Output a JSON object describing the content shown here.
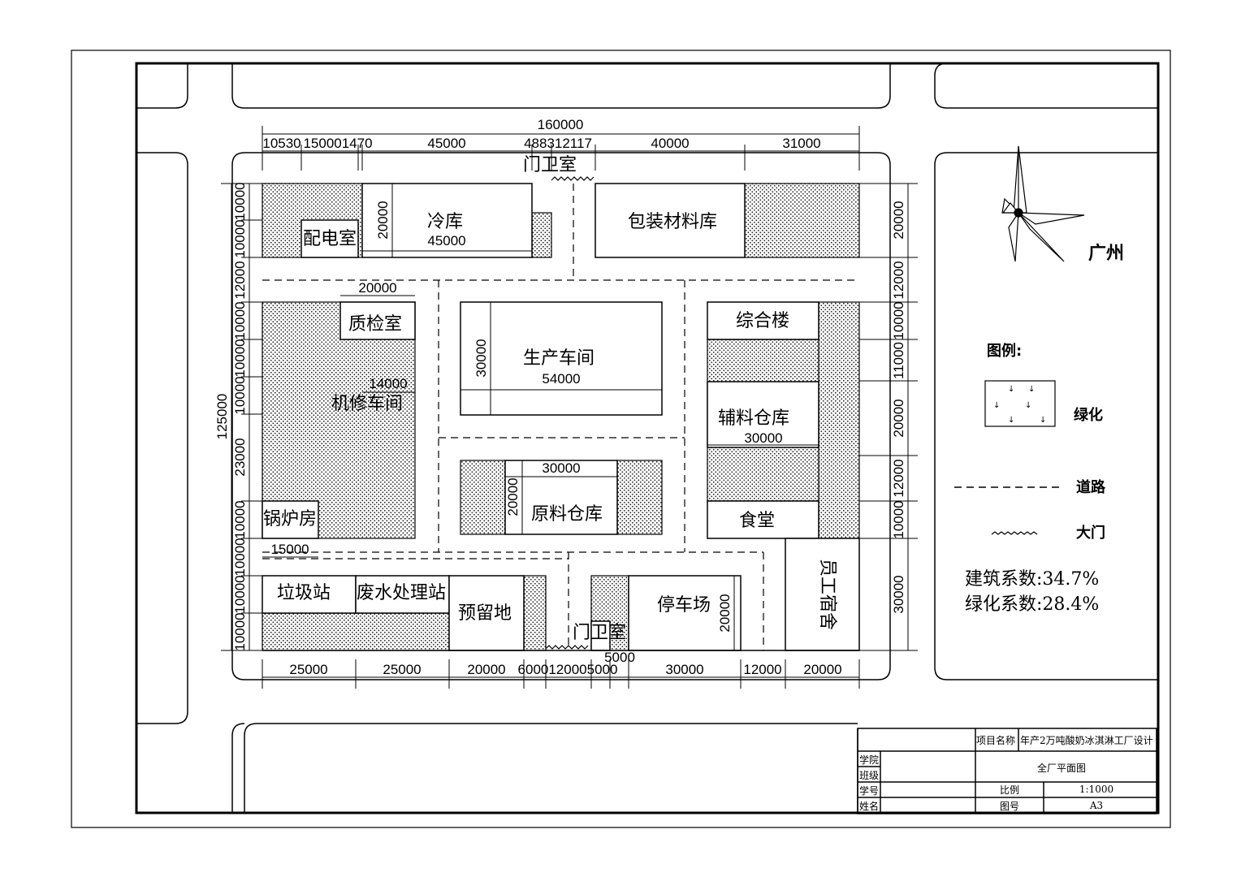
{
  "buildings": {
    "power_room": "配电室",
    "cold_storage": "冷库",
    "cold_storage_width": "45000",
    "cold_storage_depth": "20000",
    "packaging_store": "包装材料库",
    "gatehouse_north": "门卫室",
    "qc_room": "质检室",
    "qc_width": "20000",
    "workshop": "生产车间",
    "workshop_width": "54000",
    "workshop_depth": "30000",
    "complex": "综合楼",
    "repair_shop": "机修车间",
    "repair_width": "14000",
    "aux_store": "辅料仓库",
    "aux_width": "30000",
    "raw_store": "原料仓库",
    "raw_width": "30000",
    "raw_depth": "20000",
    "boiler": "锅炉房",
    "boiler_width": "15000",
    "canteen": "食堂",
    "garbage": "垃圾站",
    "wastewater": "废水处理站",
    "reserved": "预留地",
    "gatehouse_south": "门卫室",
    "gatehouse_south_width": "5000",
    "parking": "停车场",
    "parking_depth": "20000",
    "dorm": "员工宿舍"
  },
  "dims": {
    "total_width": "160000",
    "top": [
      "10530",
      "150001470",
      "45000",
      "488312117",
      "40000",
      "31000"
    ],
    "bottom": [
      "25000",
      "25000",
      "20000",
      "6000120005000",
      "30000",
      "12000",
      "20000"
    ],
    "left_total": "125000",
    "left": [
      "10000",
      "10000",
      "12000",
      "10000",
      "10000",
      "10000",
      "23000",
      "10000",
      "10000",
      "10000",
      "10000"
    ],
    "right": [
      "20000",
      "12000",
      "10000",
      "11000",
      "20000",
      "12000",
      "10000",
      "30000"
    ]
  },
  "compass": {
    "city": "广州"
  },
  "legend": {
    "title": "图例:",
    "green": "绿化",
    "road": "道路",
    "gate": "大门",
    "building_ratio": "建筑系数:34.7%",
    "green_ratio": "绿化系数:28.4%"
  },
  "title_block": {
    "project_label": "项目名称",
    "project": "年产2万吨酸奶冰淇淋工厂设计",
    "drawing_name": "全厂平面图",
    "rows": [
      "学院",
      "班级",
      "学号",
      "姓名"
    ],
    "scale_label": "比例",
    "scale": "1:1000",
    "sheet_label": "图号",
    "sheet": "A3"
  }
}
